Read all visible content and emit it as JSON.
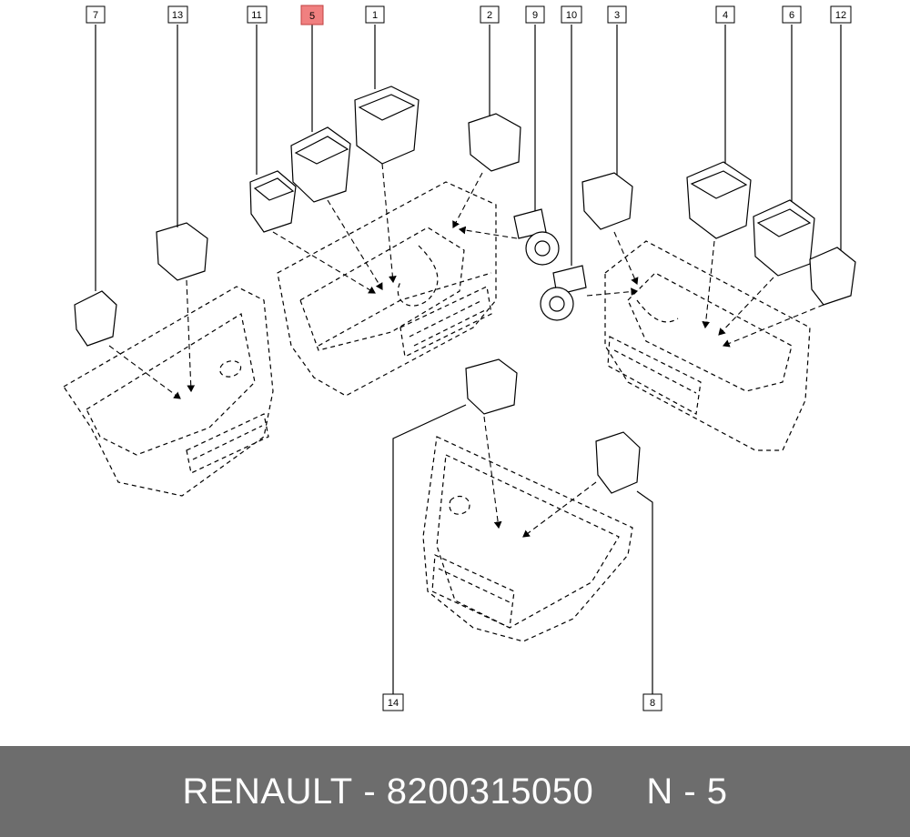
{
  "footer": {
    "brand": "RENAULT",
    "sep": "-",
    "part_number": "8200315050",
    "position": "N - 5"
  },
  "callouts": {
    "c1": "1",
    "c2": "2",
    "c3": "3",
    "c4": "4",
    "c5": "5",
    "c6": "6",
    "c7": "7",
    "c8": "8",
    "c9": "9",
    "c10": "10",
    "c11": "11",
    "c12": "12",
    "c13": "13",
    "c14": "14"
  },
  "highlight": {
    "callout": "5",
    "color": "#f08080"
  }
}
